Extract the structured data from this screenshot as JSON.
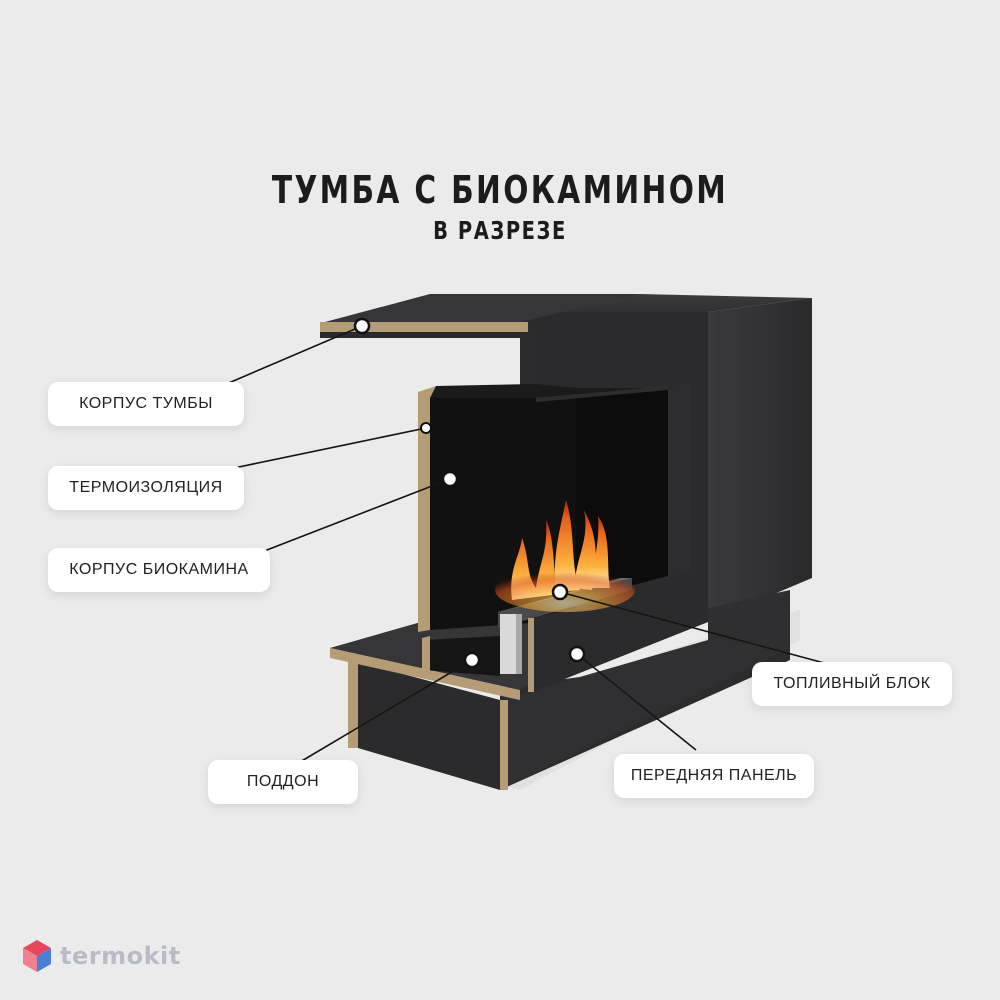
{
  "title": "ТУМБА С БИОКАМИНОМ",
  "subtitle": "В РАЗРЕЗЕ",
  "labels": {
    "cabinet_body": "КОРПУС ТУМБЫ",
    "thermal_insulation": "ТЕРМОИЗОЛЯЦИЯ",
    "biofireplace_body": "КОРПУС БИОКАМИНА",
    "tray": "ПОДДОН",
    "fuel_block": "ТОПЛИВНЫЙ БЛОК",
    "front_panel": "ПЕРЕДНЯЯ ПАНЕЛЬ"
  },
  "logo": {
    "text": "termokit",
    "icon": "hexagon-cube-icon"
  },
  "colors": {
    "background": "#ebebeb",
    "body_dark": "#2e2e30",
    "insulation_edge": "#b59c74",
    "label_bg": "#ffffff",
    "flame": "#f28a1c",
    "logo_red": "#e8465a",
    "logo_blue": "#4a7fd6"
  }
}
